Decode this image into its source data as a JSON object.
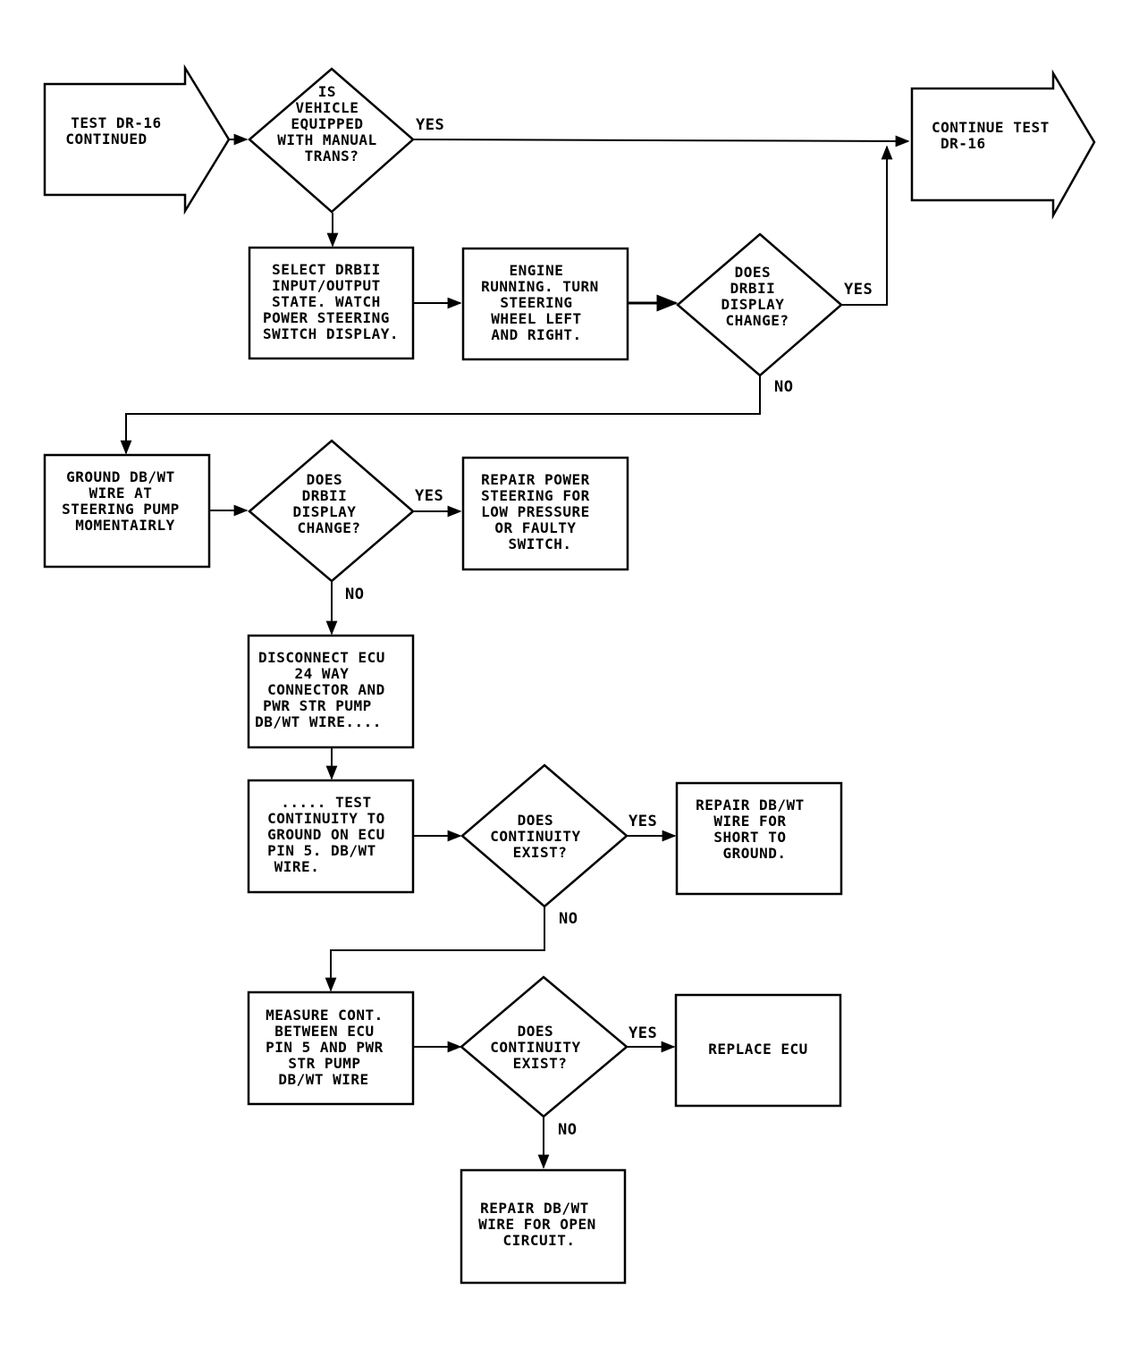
{
  "arrows": {
    "start": [
      "TEST DR-16",
      "CONTINUED"
    ],
    "end": [
      "CONTINUE TEST",
      "DR-16"
    ]
  },
  "decisions": {
    "d1": [
      "IS",
      "VEHICLE",
      "EQUIPPED",
      "WITH MANUAL",
      "TRANS?"
    ],
    "d2": [
      "DOES",
      "DRBII",
      "DISPLAY",
      "CHANGE?"
    ],
    "d3": [
      "DOES",
      "DRBII",
      "DISPLAY",
      "CHANGE?"
    ],
    "d4": [
      "DOES",
      "CONTINUITY",
      "EXIST?"
    ],
    "d5": [
      "DOES",
      "CONTINUITY",
      "EXIST?"
    ]
  },
  "boxes": {
    "b1": [
      "SELECT DRBII",
      "INPUT/OUTPUT",
      "STATE. WATCH",
      "POWER STEERING",
      "SWITCH DISPLAY."
    ],
    "b2": [
      "ENGINE",
      "RUNNING. TURN",
      "STEERING",
      "WHEEL LEFT",
      "AND RIGHT."
    ],
    "b3": [
      "GROUND DB/WT",
      "WIRE AT",
      "STEERING PUMP",
      "MOMENTAIRLY"
    ],
    "b4": [
      "REPAIR POWER",
      "STEERING FOR",
      "LOW PRESSURE",
      "OR FAULTY",
      "SWITCH."
    ],
    "b5": [
      "DISCONNECT ECU",
      "24 WAY",
      "CONNECTOR AND",
      "PWR STR PUMP",
      "DB/WT WIRE...."
    ],
    "b6": [
      "..... TEST",
      "CONTINUITY TO",
      "GROUND ON ECU",
      "PIN 5. DB/WT",
      "WIRE."
    ],
    "b7": [
      "REPAIR DB/WT",
      "WIRE FOR",
      "SHORT TO",
      "GROUND."
    ],
    "b8": [
      "MEASURE CONT.",
      "BETWEEN ECU",
      "PIN 5 AND PWR",
      "STR PUMP",
      "DB/WT WIRE"
    ],
    "b9": [
      "REPLACE ECU"
    ],
    "b10": [
      "REPAIR DB/WT",
      "WIRE FOR OPEN",
      "CIRCUIT."
    ]
  },
  "labels": {
    "yes": "YES",
    "no": "NO"
  }
}
